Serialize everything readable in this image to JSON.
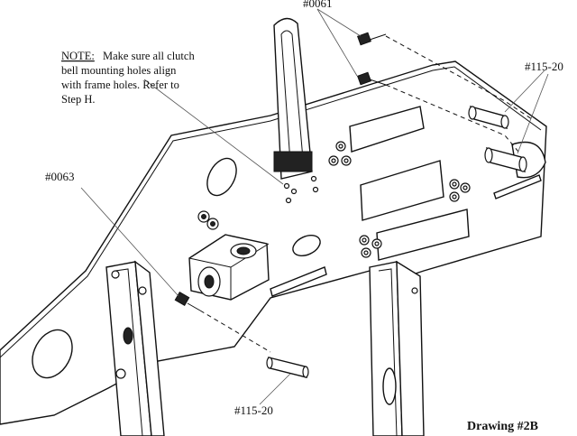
{
  "callouts": {
    "top_screw": "#0061",
    "right_standoff": "#115-20",
    "left_screw": "#0063",
    "bottom_standoff": "#115-20"
  },
  "note": {
    "heading": "NOTE:",
    "line1": "Make sure all clutch",
    "line2": "bell mounting holes align",
    "line3": "with frame holes. Refer to",
    "line4": "Step H."
  },
  "drawing_title": "Drawing #2B"
}
